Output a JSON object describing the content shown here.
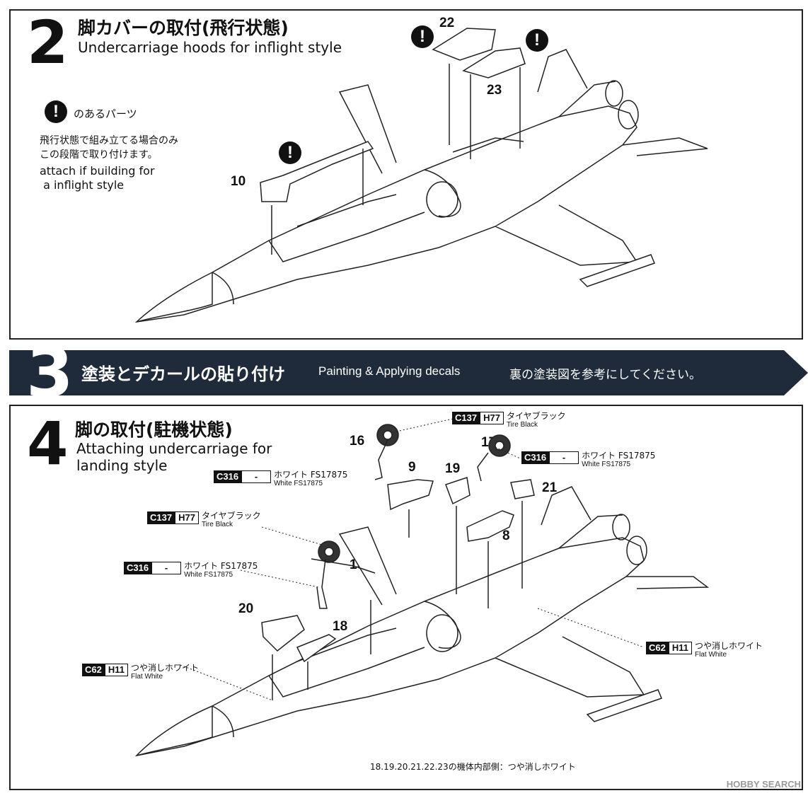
{
  "step2": {
    "number": "2",
    "title_jp": "脚カバーの取付(飛行状態)",
    "title_en": "Undercarriage hoods for inflight style",
    "legend_label": "のあるパーツ",
    "note_jp_line1": "飛行状態で組み立てる場合のみ",
    "note_jp_line2": "この段階で取り付けます。",
    "note_en_line1": "attach if building for",
    "note_en_line2": " a inflight style",
    "warn_glyph": "!",
    "parts": [
      "10",
      "22",
      "23"
    ]
  },
  "step3": {
    "number": "3",
    "title_jp": "塗装とデカールの貼り付け",
    "title_en": "Painting & Applying decals",
    "note_jp": "裏の塗装図を参考にしてください。",
    "banner_color": "#1f2a3a"
  },
  "step4": {
    "number": "4",
    "title_jp": "脚の取付(駐機状態)",
    "title_en_line1": "Attaching undercarriage for",
    "title_en_line2": "landing style",
    "parts": [
      "16",
      "17",
      "9",
      "19",
      "21",
      "8",
      "15",
      "20",
      "18"
    ],
    "paints": [
      {
        "code": "C137",
        "code2": "H77",
        "jp": "タイヤブラック",
        "en": "Tire Black"
      },
      {
        "code": "C316",
        "code2": "-",
        "jp": "ホワイト FS17875",
        "en": "White FS17875"
      },
      {
        "code": "C316",
        "code2": "-",
        "jp": "ホワイト FS17875",
        "en": "White FS17875"
      },
      {
        "code": "C137",
        "code2": "H77",
        "jp": "タイヤブラック",
        "en": "Tire Black"
      },
      {
        "code": "C316",
        "code2": "-",
        "jp": "ホワイト FS17875",
        "en": "White FS17875"
      },
      {
        "code": "C62",
        "code2": "H11",
        "jp": "つや消しホワイト",
        "en": "Flat White"
      },
      {
        "code": "C62",
        "code2": "H11",
        "jp": "つや消しホワイト",
        "en": "Flat White"
      }
    ],
    "footer_note": "18.19.20.21.22.23の機体内部側：つや消しホワイト"
  },
  "brand": "HOBBY SEARCH"
}
